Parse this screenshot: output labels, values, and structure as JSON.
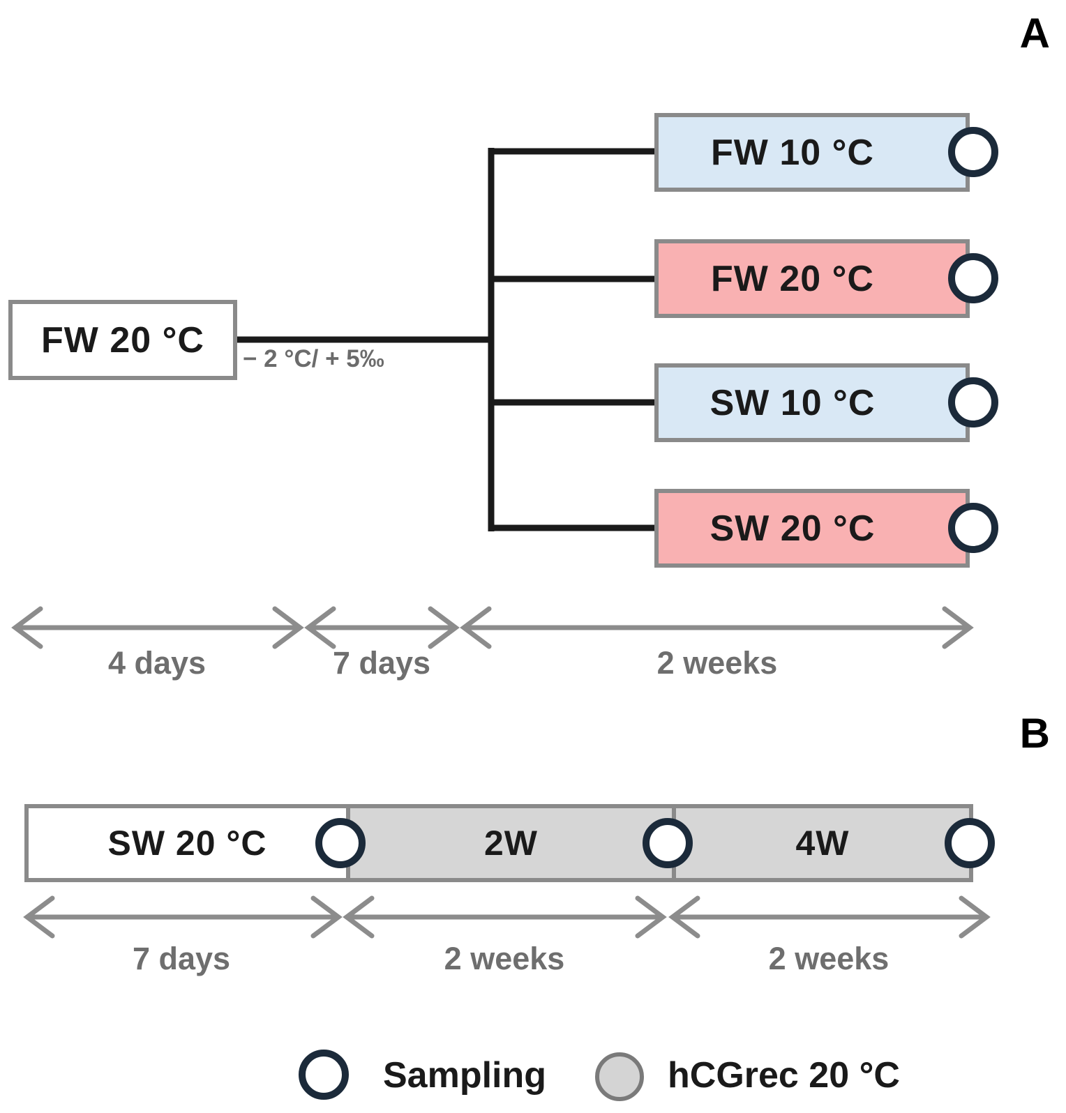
{
  "panel_a": {
    "label": "A",
    "start_box": {
      "label": "FW 20 °C"
    },
    "transition_label": "− 2 °C/ + 5‰",
    "treatment_boxes": [
      {
        "label": "FW 10 °C",
        "color": "#d9e8f5",
        "has_sampling_circle": true
      },
      {
        "label": "FW 20 °C",
        "color": "#f9b1b2",
        "has_sampling_circle": true
      },
      {
        "label": "SW 10 °C",
        "color": "#d9e8f5",
        "has_sampling_circle": true
      },
      {
        "label": "SW 20 °C",
        "color": "#f9b1b2",
        "has_sampling_circle": true
      }
    ],
    "timeline": [
      {
        "label": "4 days"
      },
      {
        "label": "7 days"
      },
      {
        "label": "2 weeks"
      }
    ]
  },
  "panel_b": {
    "label": "B",
    "segments": [
      {
        "label": "SW 20 °C",
        "fill": "#ffffff"
      },
      {
        "label": "2W",
        "fill": "#d6d6d6"
      },
      {
        "label": "4W",
        "fill": "#d6d6d6"
      }
    ],
    "timeline": [
      {
        "label": "7 days"
      },
      {
        "label": "2 weeks"
      },
      {
        "label": "2 weeks"
      }
    ]
  },
  "legend": {
    "sampling_label": "Sampling",
    "treatment_label": "hCGrec 20 °C"
  },
  "colors": {
    "cold_blue": "#d9e8f5",
    "warm_pink": "#f9b1b2",
    "treatment_gray": "#d6d6d6",
    "box_border_gray": "#8a8a8a",
    "connector_black": "#1a1a1a",
    "arrow_gray": "#8c8c8c",
    "sampling_ring_navy": "#1b2a3a",
    "label_gray": "#6e6e6e"
  }
}
